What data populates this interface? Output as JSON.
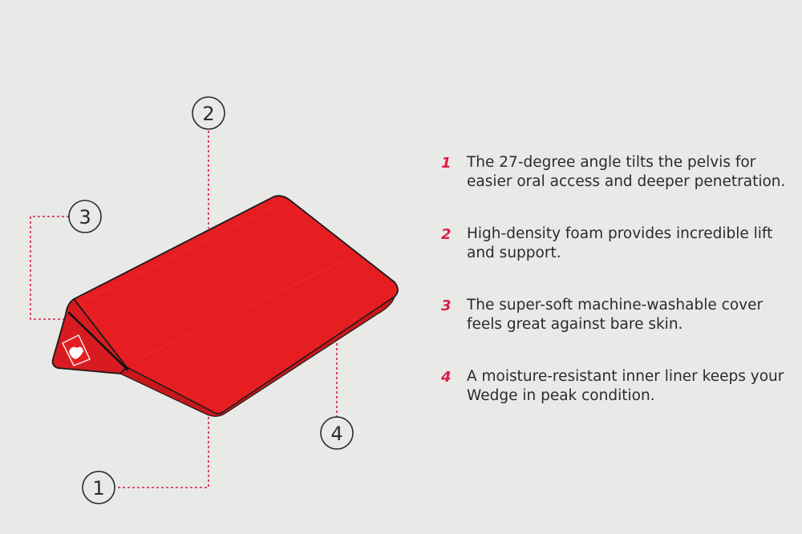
{
  "colors": {
    "background": "#e9e9e8",
    "wedge_red": "#e61e22",
    "accent_red": "#d81f45",
    "leader_line": "#d81f45",
    "text": "#2b2b2b"
  },
  "callouts": [
    {
      "label": "1"
    },
    {
      "label": "2"
    },
    {
      "label": "3"
    },
    {
      "label": "4"
    }
  ],
  "features": [
    {
      "number": "1",
      "text": "The 27-degree angle tilts the pelvis for easier oral access and deeper penetration."
    },
    {
      "number": "2",
      "text": "High-density foam provides incredible lift and support."
    },
    {
      "number": "3",
      "text": "The super-soft machine-washable cover feels great against bare skin."
    },
    {
      "number": "4",
      "text": "A moisture-resistant inner liner keeps your Wedge in peak condition."
    }
  ],
  "icons": [
    "wedge-illustration",
    "logo-patch"
  ]
}
